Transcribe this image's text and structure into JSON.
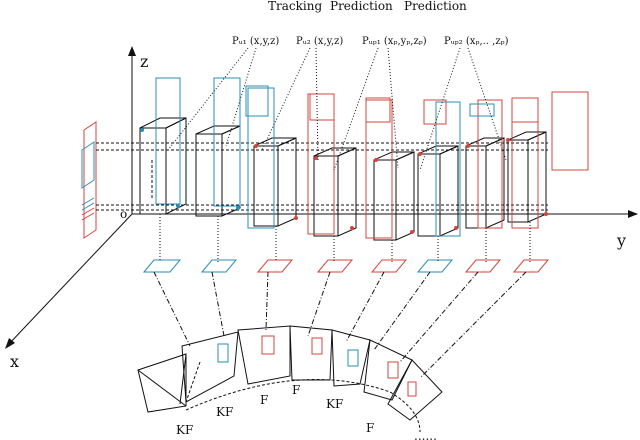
{
  "header": {
    "tracking": "Tracking",
    "prediction1": "Prediction",
    "prediction2": "Prediction"
  },
  "point_labels": [
    "Pᵤ₁ (x,y,z)",
    "Pᵤ₂ (x,y,z)",
    "Pᵤₚ₁ (xₚ,yₚ,zₚ)",
    "Pᵤₚ₂ (xₚ,.. ,zₚ)"
  ],
  "axes": {
    "z": "z",
    "y": "y",
    "x": "x",
    "origin": "o"
  },
  "frame_labels": [
    "KF",
    "KF",
    "F",
    "F",
    "KF",
    "F"
  ],
  "ellipsis": "......",
  "colors": {
    "ink": "#111111",
    "tracked": "#2a8fb5",
    "predicted": "#d6453d"
  }
}
